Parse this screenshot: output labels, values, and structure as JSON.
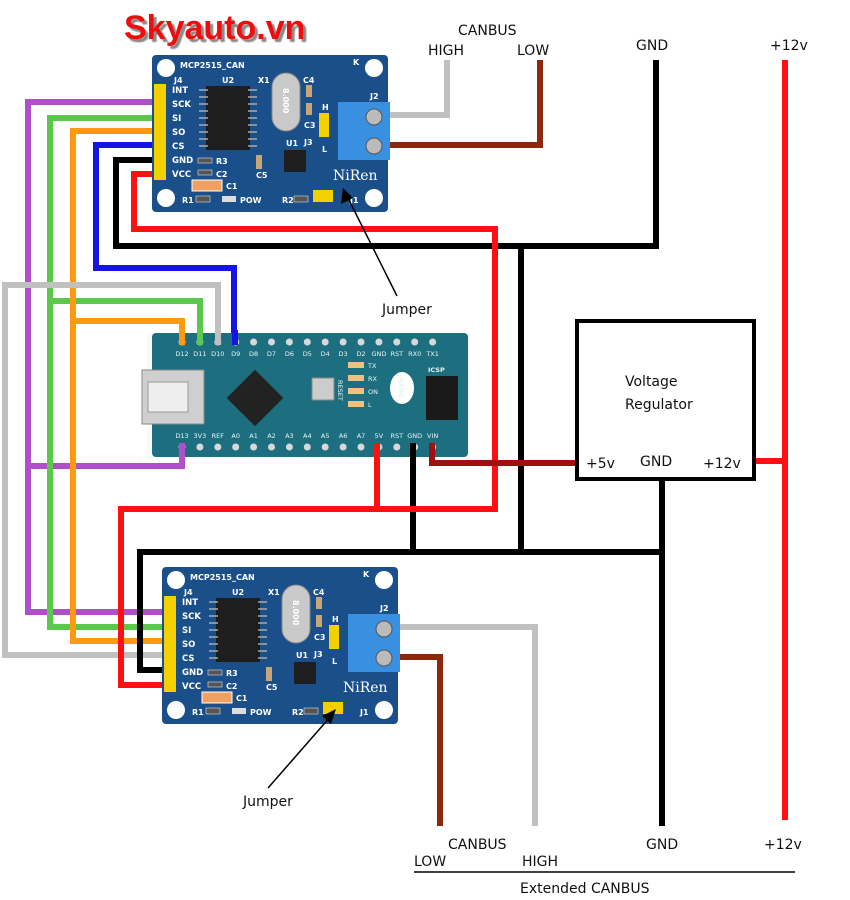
{
  "title": "Skyauto.vn",
  "colors": {
    "sck": "#b050c8",
    "si": "#5ac84a",
    "so": "#ff9a10",
    "cs": "#1414e6",
    "gray": "#c0c0c0",
    "gnd": "#000000",
    "vcc": "#ff1010",
    "vin": "#a01010",
    "canlow": "#8b2a0a",
    "board": "#1a4f8a",
    "nano": "#1d6f80",
    "terminal": "#3a90e0",
    "jumper": "#f4d000"
  },
  "top_canbus": {
    "title": "CANBUS",
    "high": "HIGH",
    "low": "LOW"
  },
  "gnd_top": "GND",
  "v12_top": "+12v",
  "jumper_top": "Jumper",
  "jumper_bottom": "Jumper",
  "regulator": {
    "title_line1": "Voltage",
    "title_line2": "Regulator",
    "in5v": "+5v",
    "gnd": "GND",
    "in12v": "+12v"
  },
  "module": {
    "name": "MCP2515_CAN",
    "pins": [
      "INT",
      "SCK",
      "SI",
      "SO",
      "CS",
      "GND",
      "VCC"
    ],
    "j4": "J4",
    "u2": "U2",
    "x1": "X1",
    "c4": "C4",
    "crystal": "8.000",
    "h": "H",
    "c3": "C3",
    "j3": "J3",
    "u1": "U1",
    "c5": "C5",
    "r3": "R3",
    "c2": "C2",
    "c1": "C1",
    "r1": "R1",
    "pow": "POW",
    "r2": "R2",
    "j1": "J1",
    "j2": "J2",
    "l": "L",
    "k": "K",
    "brand": "NiRen"
  },
  "nano": {
    "top_pins": [
      "D12",
      "D11",
      "D10",
      "D9",
      "D8",
      "D7",
      "D6",
      "D5",
      "D4",
      "D3",
      "D2",
      "GND",
      "RST",
      "RX0",
      "TX1"
    ],
    "bottom_pins": [
      "D13",
      "3V3",
      "REF",
      "A0",
      "A1",
      "A2",
      "A3",
      "A4",
      "A5",
      "A6",
      "A7",
      "5V",
      "RST",
      "GND",
      "VIN"
    ],
    "icsp": "ICSP",
    "badge": "NANO",
    "reset": "RESET",
    "leds": [
      "TX",
      "RX",
      "ON",
      "L"
    ]
  },
  "bottom_canbus": {
    "title": "CANBUS",
    "low": "LOW",
    "high": "HIGH"
  },
  "gnd_bottom": "GND",
  "v12_bottom": "+12v",
  "extended": "Extended CANBUS"
}
